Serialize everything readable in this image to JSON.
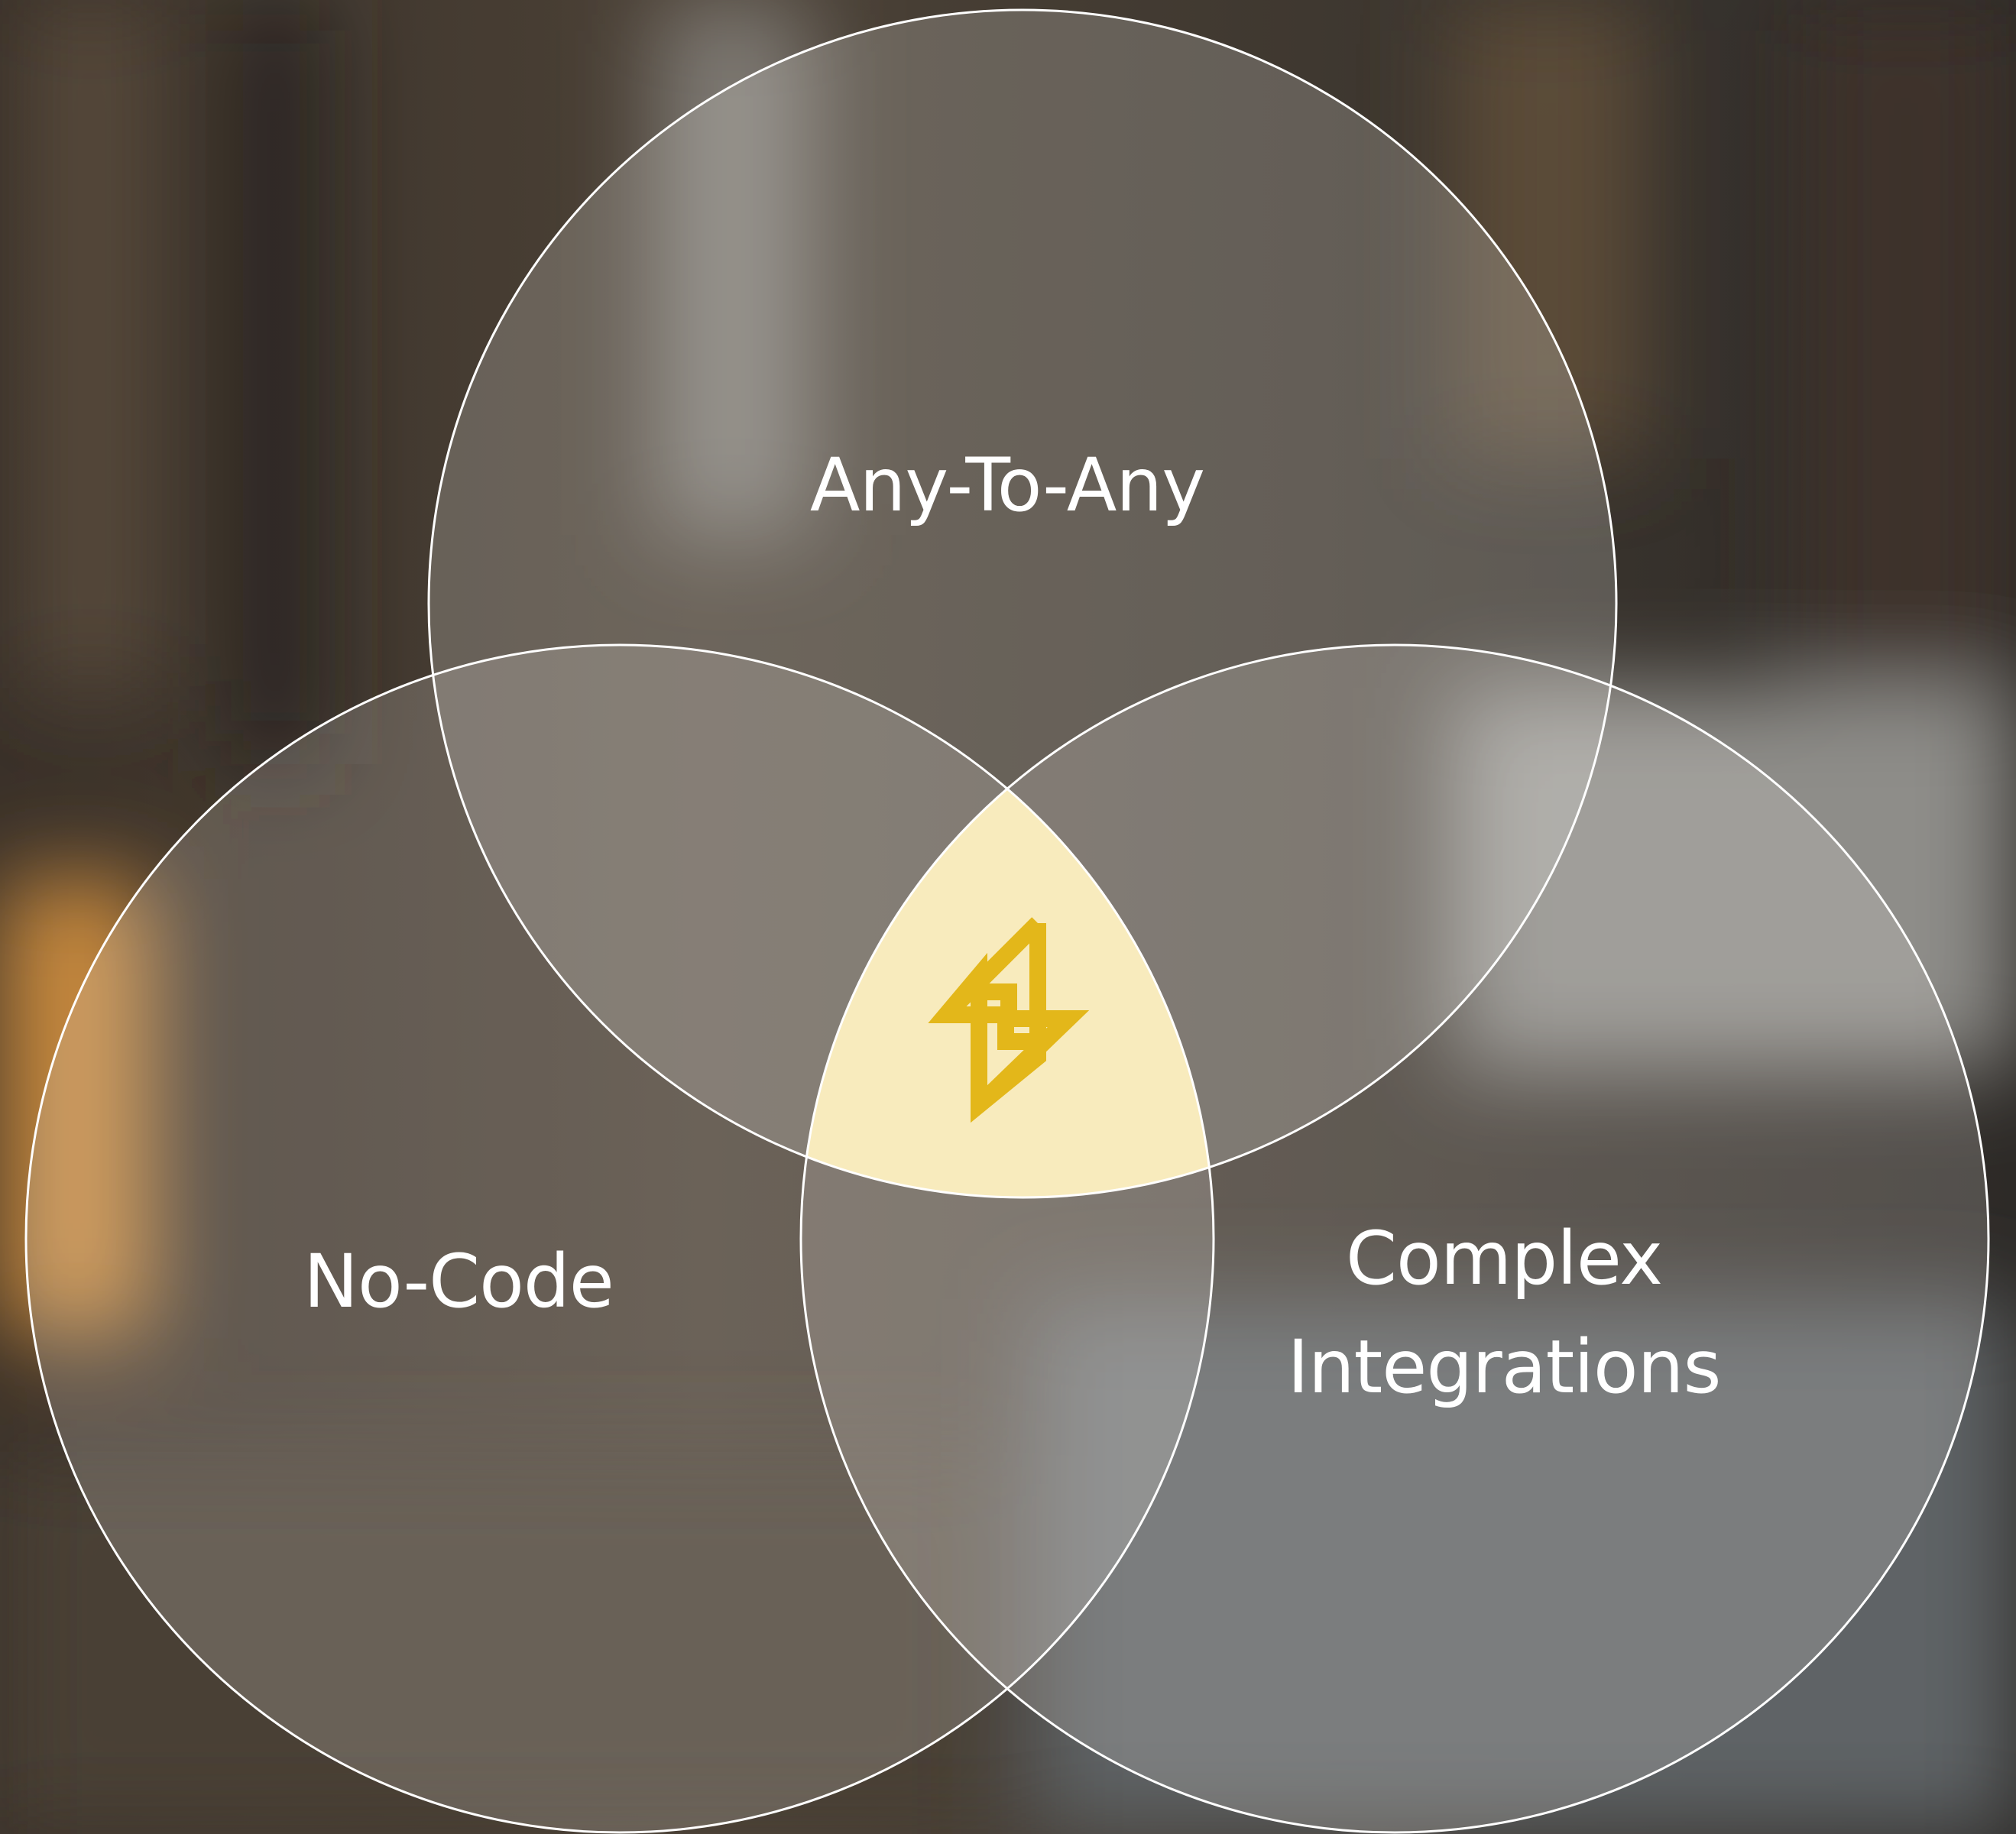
{
  "diagram": {
    "type": "venn",
    "sets": [
      {
        "id": "top",
        "label_lines": [
          "Any-To-Any"
        ]
      },
      {
        "id": "left",
        "label_lines": [
          "No-Code"
        ]
      },
      {
        "id": "right",
        "label_lines": [
          "Complex",
          "Integrations"
        ]
      }
    ],
    "center_icon": "lightning-bolt-icon",
    "colors": {
      "circle_stroke": "#ffffff",
      "circle_fill": "#e9e6e2",
      "center_fill": "#f8ebbd",
      "icon_color": "#e3b71a",
      "label_color": "#ffffff"
    }
  }
}
